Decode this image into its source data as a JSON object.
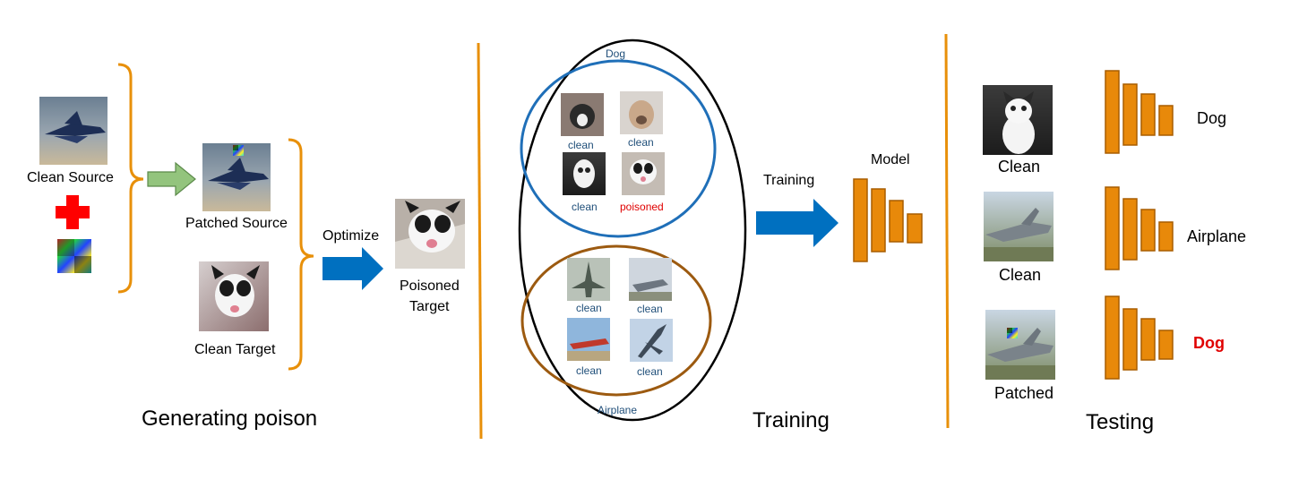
{
  "sections": {
    "generating": "Generating poison",
    "training": "Training",
    "testing": "Testing"
  },
  "generating": {
    "clean_source": "Clean Source",
    "patched_source": "Patched Source",
    "clean_target": "Clean Target",
    "optimize": "Optimize",
    "poisoned_target_l1": "Poisoned",
    "poisoned_target_l2": "Target"
  },
  "training": {
    "dog_class": "Dog",
    "airplane_class": "Airplane",
    "dog_samples": [
      "clean",
      "clean",
      "clean",
      "poisoned"
    ],
    "airplane_samples": [
      "clean",
      "clean",
      "clean",
      "clean"
    ],
    "arrow_label": "Training",
    "model_label": "Model"
  },
  "testing": {
    "rows": [
      {
        "input": "Clean",
        "prediction": "Dog"
      },
      {
        "input": "Clean",
        "prediction": "Airplane"
      },
      {
        "input": "Patched",
        "prediction": "Dog"
      }
    ]
  },
  "colors": {
    "orange": "#e8900a",
    "blue": "#0070c0",
    "brown": "#9c5a10",
    "green": "#93c47d",
    "red": "#ff0000",
    "model_fill": "#e8890a",
    "model_stroke": "#a85d00",
    "alert": "#e00000"
  }
}
